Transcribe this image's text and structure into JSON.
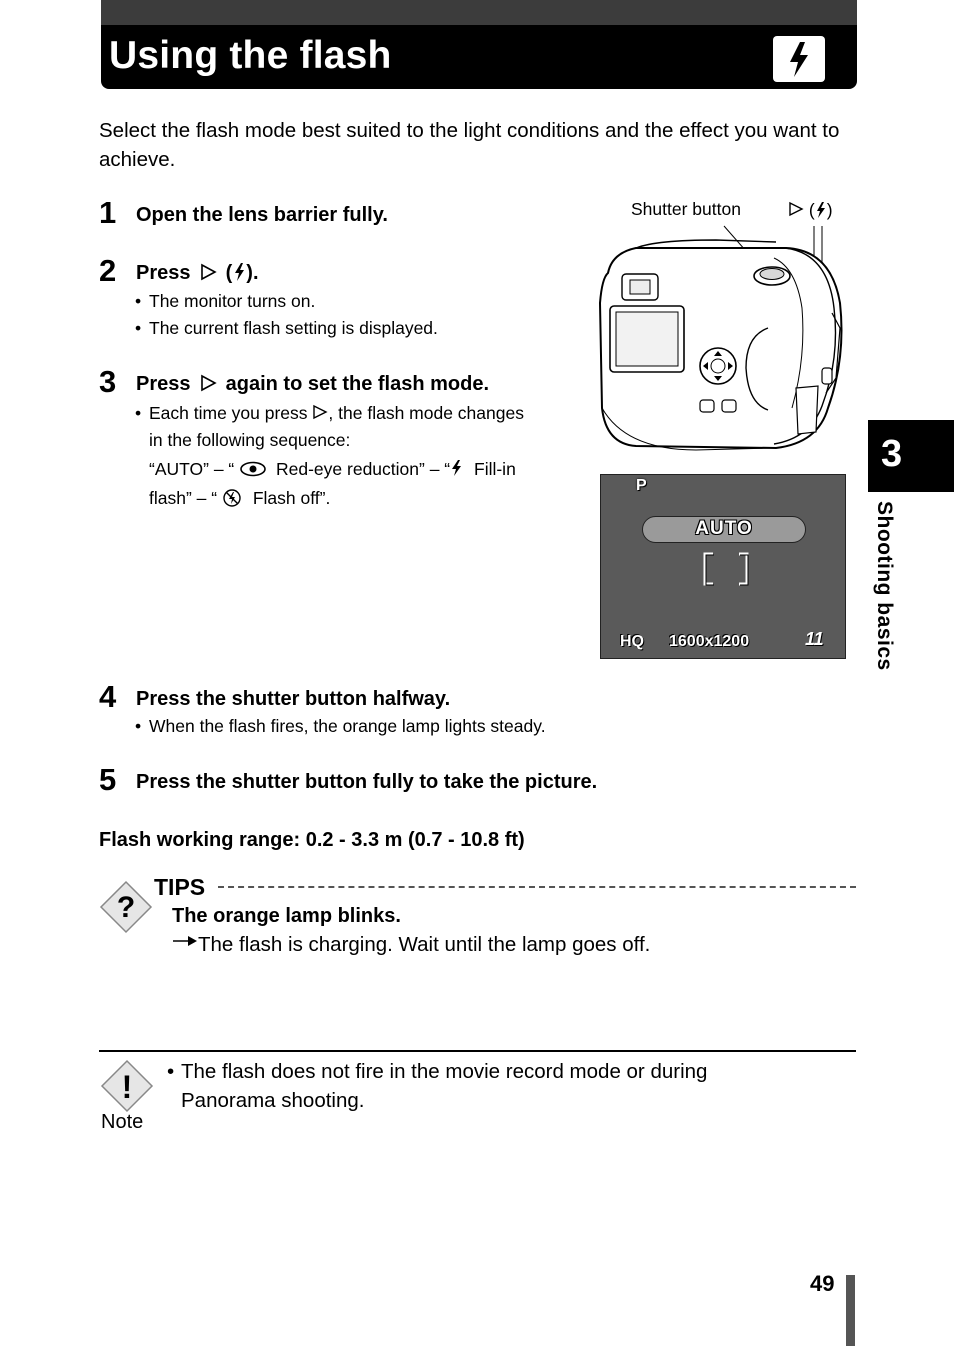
{
  "header": {
    "title": "Using the flash",
    "icon": "flash-icon"
  },
  "intro": "Select the flash mode best suited to the light conditions and the effect you want to achieve.",
  "steps": [
    {
      "num": "1",
      "text": "Open the lens barrier fully."
    },
    {
      "num": "2",
      "pre": "Press",
      "post": ").",
      "bullets": [
        "The monitor turns on.",
        "The current flash setting is displayed."
      ]
    },
    {
      "num": "3",
      "pre": "Press",
      "post": "again to set the flash mode.",
      "bullet_line1_pre": "Each time you press",
      "bullet_line1_post": ", the flash mode changes",
      "bullet_line2": "in the following sequence:",
      "seq_auto": "“AUTO” – “",
      "seq_redeye": "Red-eye reduction” – “",
      "seq_fill": "Fill-in",
      "seq_flash": "flash” – “",
      "seq_off": "Flash off”."
    },
    {
      "num": "4",
      "text": "Press the shutter button halfway.",
      "bullets": [
        "When the flash fires, the orange lamp lights steady."
      ]
    },
    {
      "num": "5",
      "text": "Press the shutter button fully to take the picture."
    }
  ],
  "range": "Flash working range: 0.2 - 3.3 m (0.7 - 10.8 ft)",
  "callouts": {
    "shutter": "Shutter button",
    "arrow_paren_open": "(",
    "arrow_paren_close": ")"
  },
  "monitor": {
    "mode": "P",
    "flash": "AUTO",
    "quality": "HQ",
    "resolution": "1600x1200",
    "count": "11"
  },
  "chapter": {
    "number": "3",
    "label": "Shooting basics"
  },
  "tips": {
    "label": "TIPS",
    "heading": "The orange lamp blinks.",
    "body": "The flash is charging. Wait until the lamp goes off."
  },
  "note": {
    "text": "The flash does not fire in the movie record mode or during Panorama shooting.",
    "label": "Note"
  },
  "page_number": "49"
}
